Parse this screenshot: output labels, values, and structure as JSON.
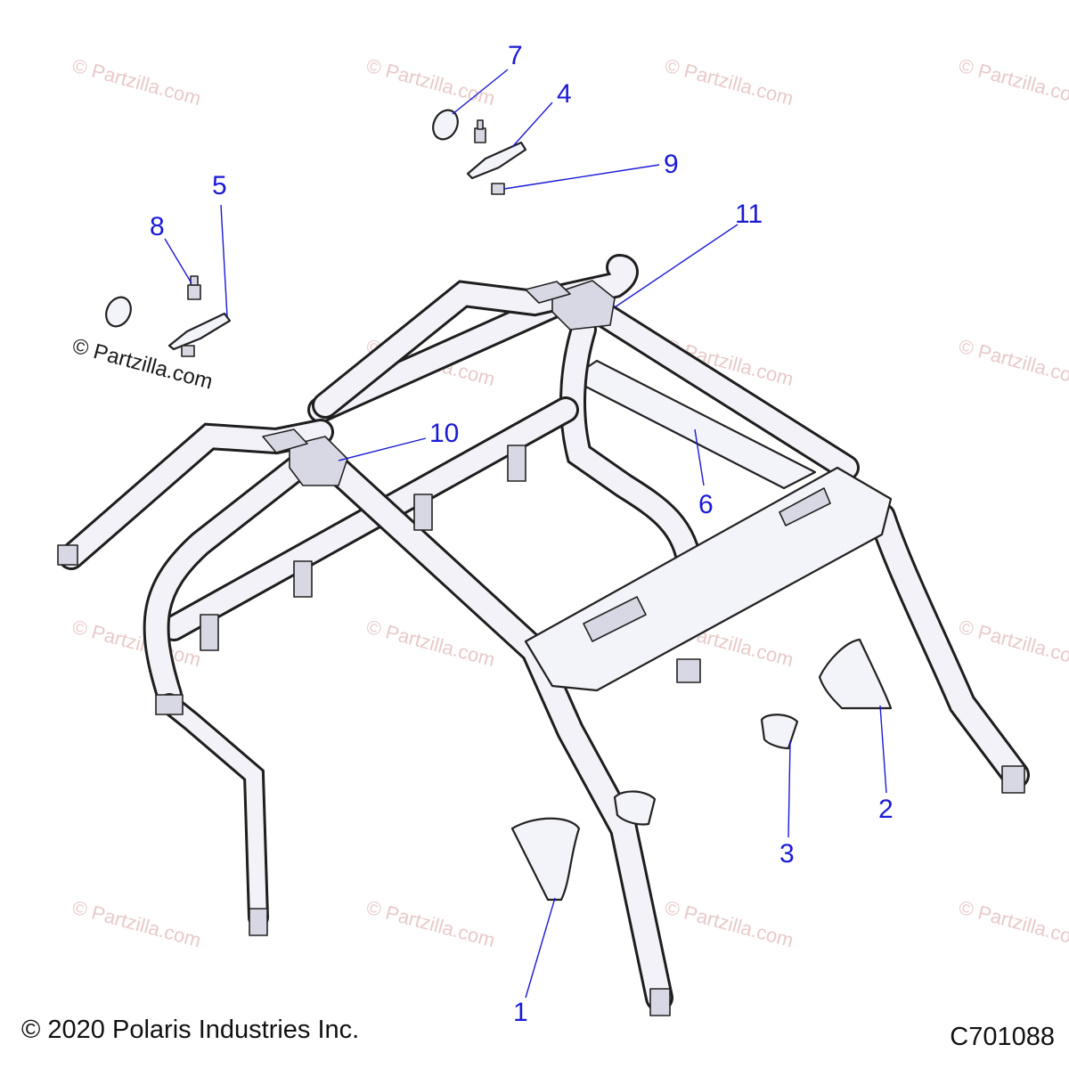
{
  "diagram": {
    "watermark_text": "© Partzilla.com",
    "callouts": [
      {
        "id": "1",
        "label": "1"
      },
      {
        "id": "2",
        "label": "2"
      },
      {
        "id": "3",
        "label": "3"
      },
      {
        "id": "4",
        "label": "4"
      },
      {
        "id": "5",
        "label": "5"
      },
      {
        "id": "6",
        "label": "6"
      },
      {
        "id": "7",
        "label": "7"
      },
      {
        "id": "8",
        "label": "8"
      },
      {
        "id": "9",
        "label": "9"
      },
      {
        "id": "10",
        "label": "10"
      },
      {
        "id": "11",
        "label": "11"
      }
    ],
    "callout_color": "#1a1ad6"
  },
  "footer": {
    "copyright": "© 2020 Polaris Industries Inc.",
    "code": "C701088"
  }
}
